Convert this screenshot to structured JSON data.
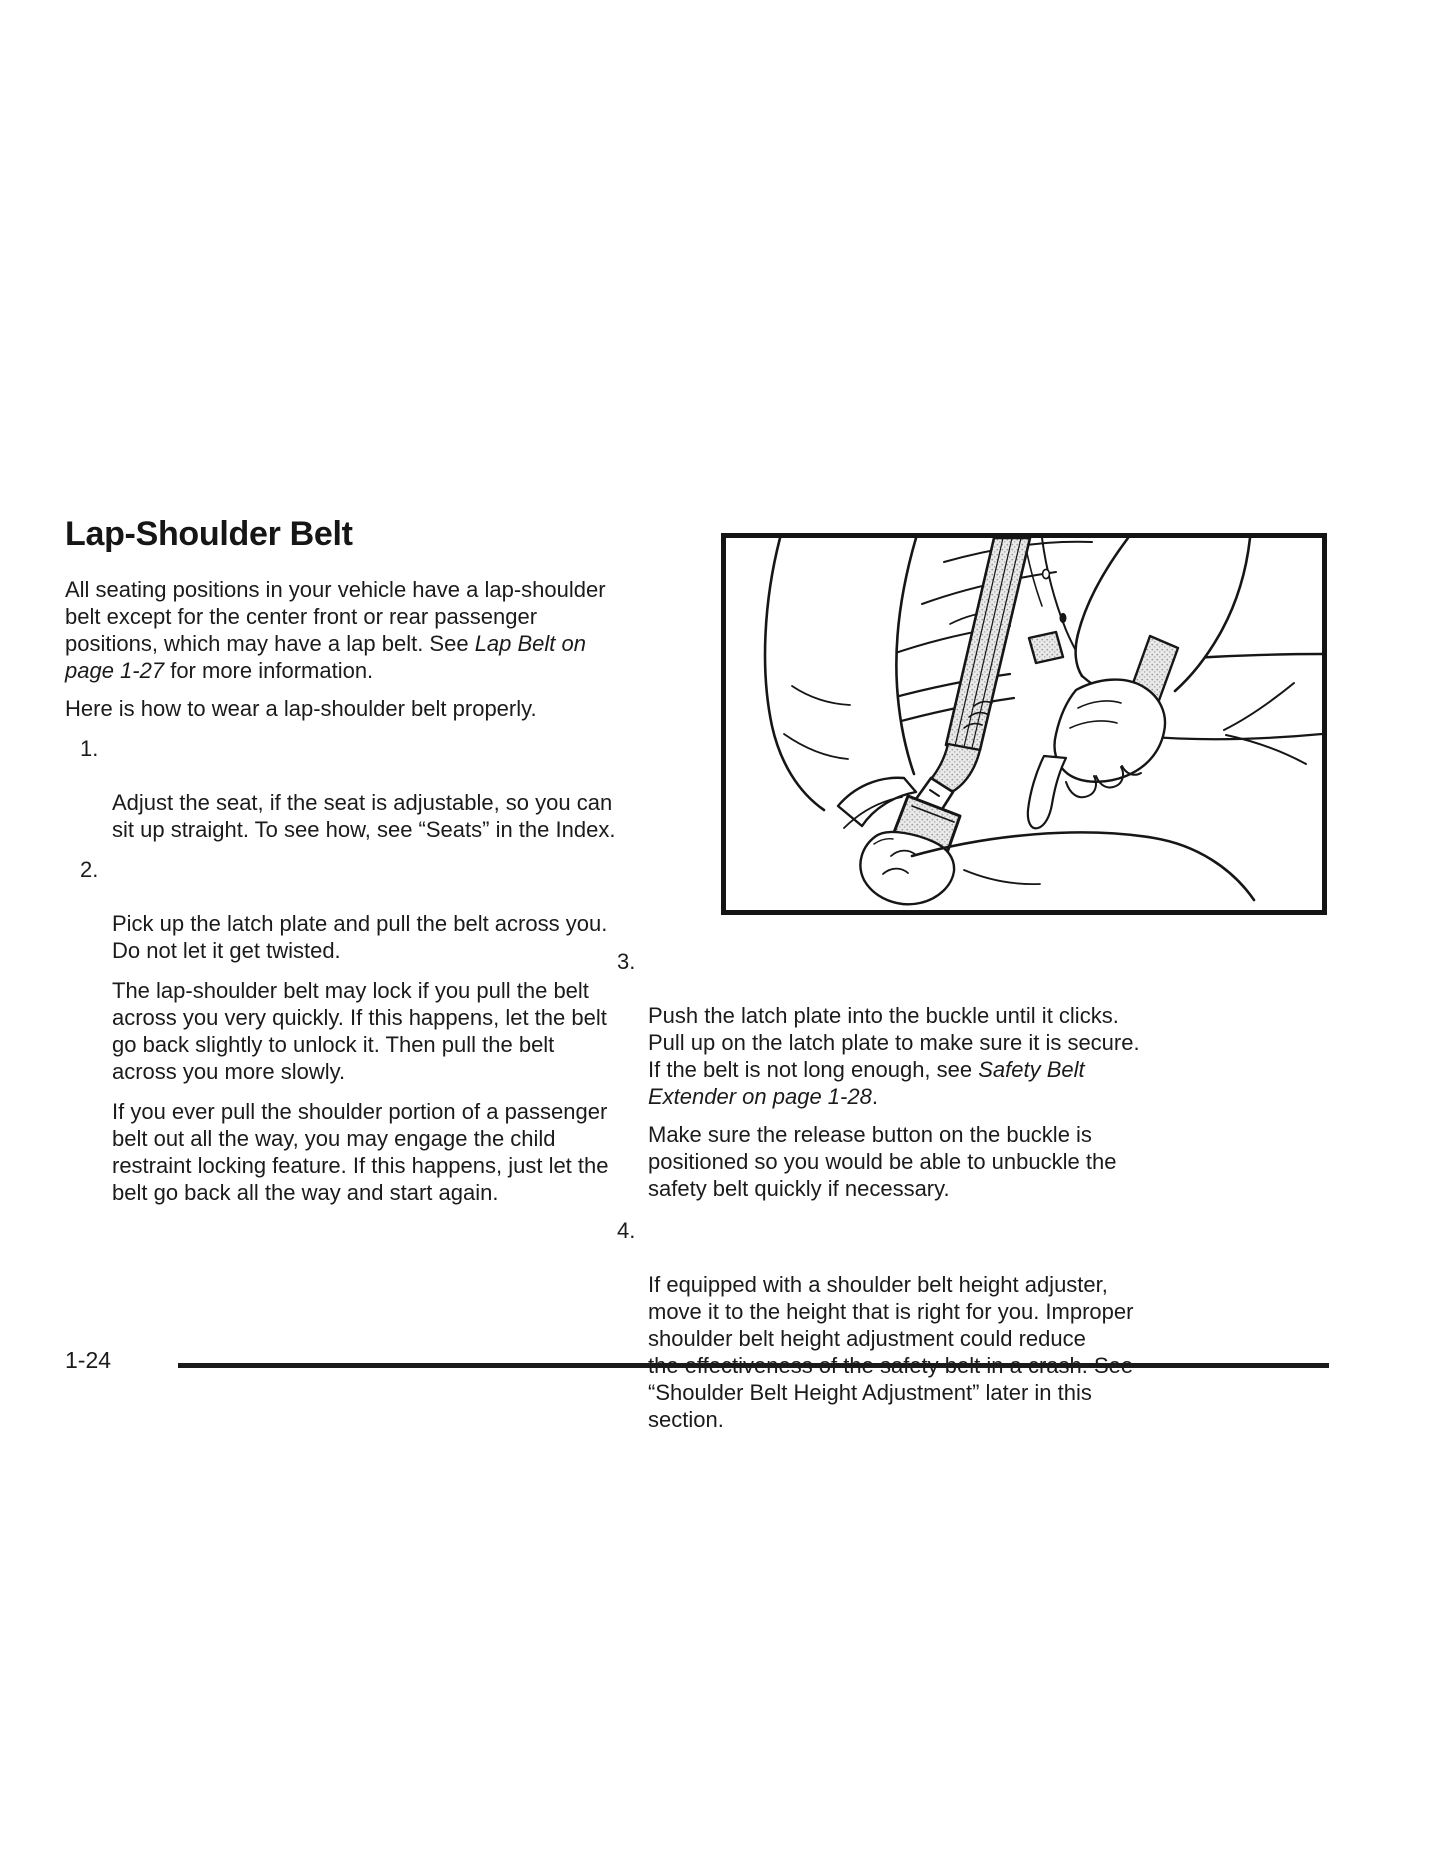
{
  "document": {
    "title": "Lap-Shoulder Belt",
    "page_number": "1-24",
    "figure_name": "hands-pushing-latch-plate-into-seat-belt-buckle-illustration"
  },
  "left_column": {
    "intro": {
      "seg1": "All seating positions in your vehicle have a lap-shoulder\nbelt except for the center front or rear passenger\npositions, which may have a lap belt. See ",
      "italic_ref": "Lap Belt on\npage 1-27",
      "seg2": " for more information."
    },
    "lead_in": "Here is how to wear a lap-shoulder belt properly.",
    "steps": [
      {
        "number": "1.",
        "text": "Adjust the seat, if the seat is adjustable, so you can\nsit up straight. To see how, see “Seats” in the Index."
      },
      {
        "number": "2.",
        "text": "Pick up the latch plate and pull the belt across you.\nDo not let it get twisted."
      }
    ],
    "step2_notes": [
      "The lap-shoulder belt may lock if you pull the belt\nacross you very quickly. If this happens, let the belt\ngo back slightly to unlock it. Then pull the belt\nacross you more slowly.",
      "If you ever pull the shoulder portion of a passenger\nbelt out all the way, you may engage the child\nrestraint locking feature. If this happens, just let the\nbelt go back all the way and start again."
    ]
  },
  "right_column": {
    "steps": [
      {
        "number": "3.",
        "text": "Push the latch plate into the buckle until it clicks."
      },
      {
        "number": "4.",
        "text": "If equipped with a shoulder belt height adjuster,\nmove it to the height that is right for you. Improper\nshoulder belt height adjustment could reduce\nthe effectiveness of the safety belt in a crash. See\n“Shoulder Belt Height Adjustment” later in this\nsection."
      }
    ],
    "step3_note_secure": {
      "seg1": "Pull up on the latch plate to make sure it is secure.\nIf the belt is not long enough, see ",
      "italic_ref": "Safety Belt\nExtender on page 1-28",
      "seg2": "."
    },
    "step3_note_release": "Make sure the release button on the buckle is\npositioned so you would be able to unbuckle the\nsafety belt quickly if necessary."
  }
}
